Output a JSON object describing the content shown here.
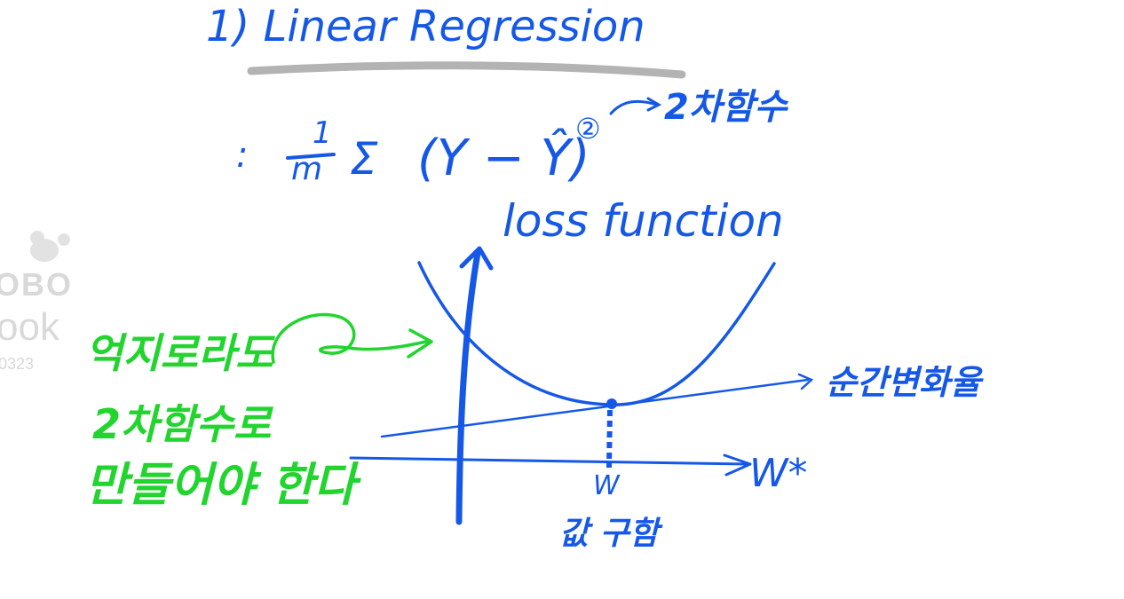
{
  "title": "1) Linear Regression",
  "formula": {
    "prefix": ":",
    "numerator": "1",
    "denominator": "m",
    "sum": "Σ",
    "body": "(Y − Ŷ)",
    "exponent": "②"
  },
  "formula_note": "2차함수",
  "y_axis_label": "loss function",
  "tangent_label": "순간변화율",
  "x_axis_label": "W*",
  "min_point_label": "W",
  "min_point_note": "값 구함",
  "side_note_lines": [
    "억지로라도",
    "2차함수로",
    "만들어야 한다"
  ],
  "watermark": {
    "brand": "OBO",
    "sub": "ook",
    "code": "0323"
  },
  "colors": {
    "ink_blue": "#1558e8",
    "ink_green": "#22d42e",
    "underline_gray": "#9a9a9a",
    "watermark": "#d9d9d9"
  }
}
